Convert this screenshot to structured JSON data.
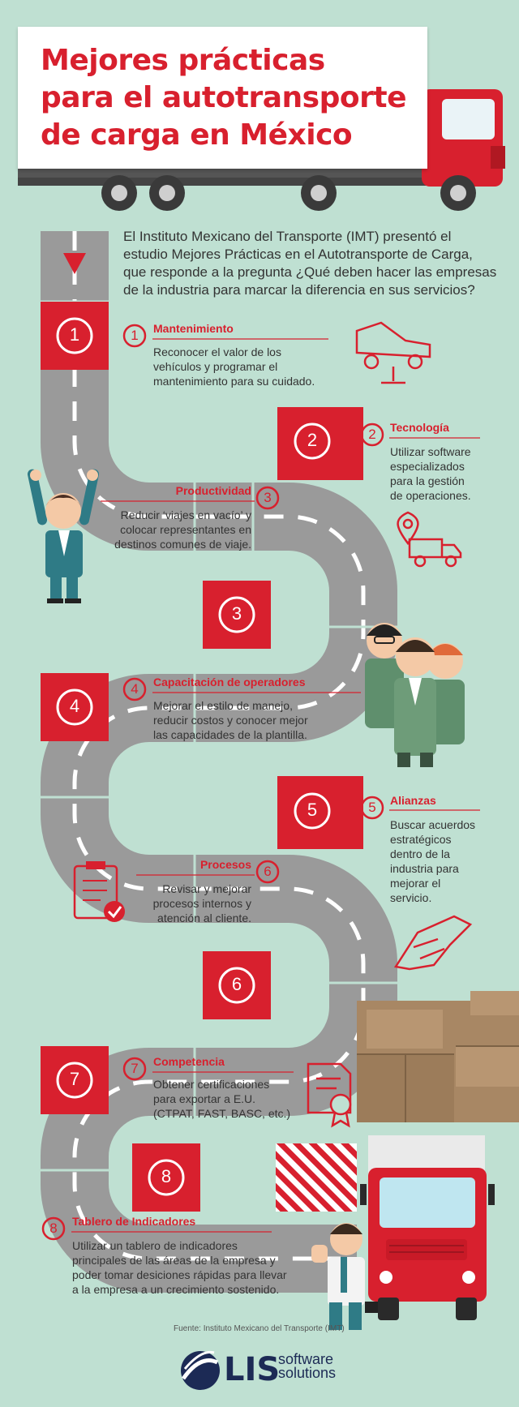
{
  "title": {
    "line1": "Mejores prácticas",
    "line2": "para el autotransporte",
    "line3": "de carga en México"
  },
  "intro": {
    "line1": "El Instituto Mexicano del Transporte (IMT) presentó el",
    "line2": "estudio Mejores Prácticas en el Autotransporte de Carga,",
    "line3": "que responde a la pregunta ¿Qué deben hacer las empresas",
    "line4": "de la industria para marcar la diferencia en sus servicios?"
  },
  "steps": [
    {
      "num": "1",
      "title": "Mantenimiento",
      "lines": [
        "Reconocer el valor de los",
        "vehículos y programar el",
        "mantenimiento para su cuidado."
      ]
    },
    {
      "num": "2",
      "title": "Tecnología",
      "lines": [
        "Utilizar software",
        "especializados",
        "para la gestión",
        "de operaciones."
      ]
    },
    {
      "num": "3",
      "title": "Productividad",
      "lines": [
        "Reducir ‘viajes en vacío’ y",
        "colocar representantes en",
        "destinos comunes de viaje."
      ]
    },
    {
      "num": "4",
      "title": "Capacitación de operadores",
      "lines": [
        "Mejorar el estilo de manejo,",
        "reducir costos y conocer mejor",
        "las capacidades de la plantilla."
      ]
    },
    {
      "num": "5",
      "title": "Alianzas",
      "lines": [
        "Buscar acuerdos",
        "estratégicos",
        "dentro de la",
        "industria para",
        "mejorar el",
        "servicio."
      ]
    },
    {
      "num": "6",
      "title": "Procesos",
      "lines": [
        "Revisar y mejorar",
        "procesos internos y",
        "atención al cliente."
      ]
    },
    {
      "num": "7",
      "title": "Competencia",
      "lines": [
        "Obtener certificaciones",
        "para exportar a E.U.",
        "(CTPAT, FAST, BASC, etc.)"
      ]
    },
    {
      "num": "8",
      "title": "Tablero de Indicadores",
      "lines": [
        "Utilizar un tablero de indicadores",
        "principales de las áreas de la empresa y",
        "poder tomar desiciones rápidas para llevar",
        "a la empresa a un crecimiento sostenido."
      ]
    }
  ],
  "source": "Fuente: Instituto Mexicano del Transporte (IMT)",
  "logo": {
    "main": "LIS",
    "sub1": "software",
    "sub2": "solutions"
  },
  "colors": {
    "background": "#bfe0d2",
    "red": "#d8202e",
    "road": "#9a9a9a",
    "navy": "#1c2a55"
  },
  "icons": [
    "red-arrow-icon",
    "car-lift-icon",
    "location-truck-icon",
    "checklist-icon",
    "handshake-icon",
    "certificate-icon",
    "boxes-icon",
    "truck-icon",
    "businessman-icon",
    "team-icon",
    "lis-logo-icon"
  ]
}
